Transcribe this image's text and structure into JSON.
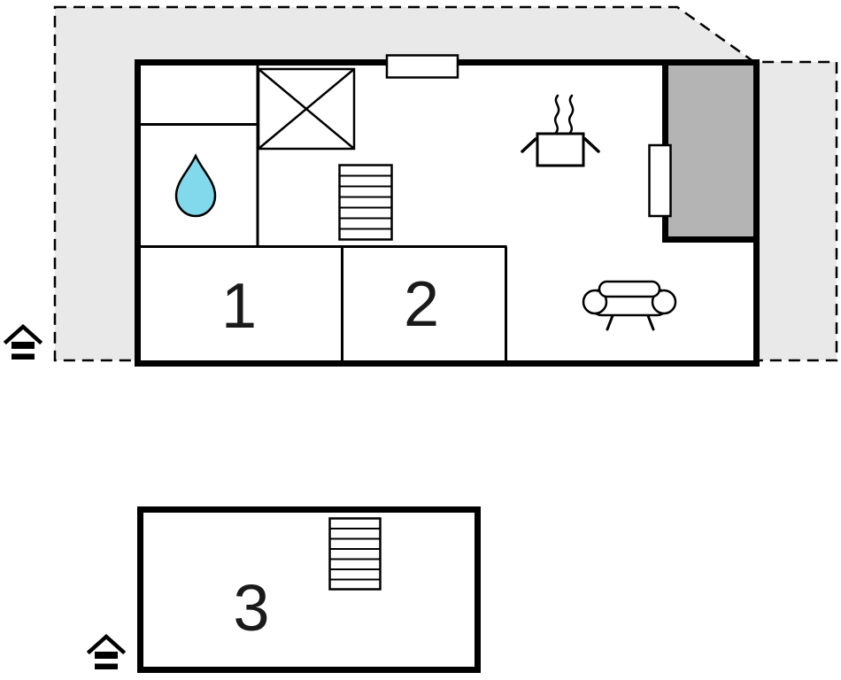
{
  "document": {
    "type": "floor-plan"
  },
  "colors": {
    "outdoor_area": "#e9e9e9",
    "covered_terrace": "#b4b4b4",
    "walls": "#000000",
    "water": "#82d9ec",
    "background": "#ffffff"
  },
  "main_floor": {
    "room1_label": "1",
    "room2_label": "2"
  },
  "lower_floor": {
    "room3_label": "3"
  }
}
